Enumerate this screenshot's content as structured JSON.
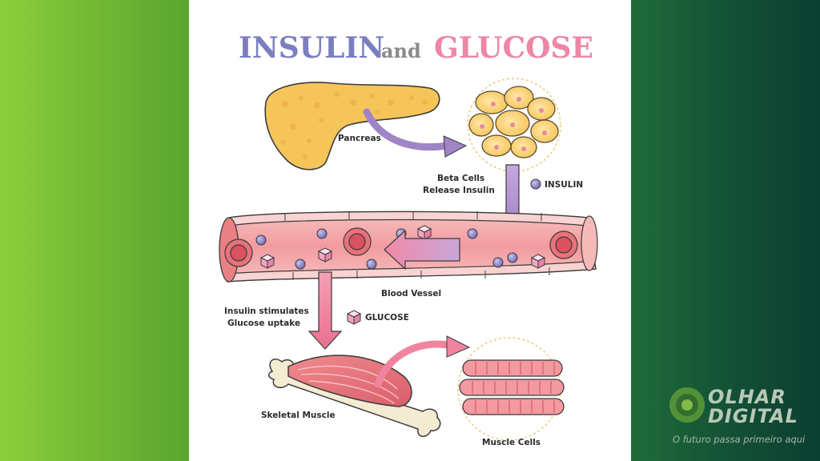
{
  "title": {
    "part1": "INSULIN",
    "part2": "and",
    "part3": "GLUCOSE"
  },
  "labels": {
    "pancreas": "Pancreas",
    "beta_line1": "Beta Cells",
    "beta_line2": "Release Insulin",
    "insulin": "INSULIN",
    "blood_vessel": "Blood Vessel",
    "stim_line1": "Insulin stimulates",
    "stim_line2": "Glucose uptake",
    "glucose": "GLUCOSE",
    "skeletal_muscle": "Skeletal Muscle",
    "muscle_cells": "Muscle Cells"
  },
  "brand": {
    "name_line1": "OLHAR",
    "name_line2": "DIGITAL",
    "tagline": "O futuro passa primeiro aqui"
  },
  "colors": {
    "insulin_title": "#7b7fc0",
    "glucose_title": "#ee86a6",
    "and_text": "#8a8a8a",
    "insulin_molecule": "#8b86c9",
    "arrow_purple": "#b692cf",
    "arrow_pink": "#f0849f",
    "pancreas": "#f6c55a",
    "vessel": "#f3a6a8"
  },
  "icons": [
    "insulin-molecule-icon",
    "glucose-cube-icon",
    "olhar-digital-logo"
  ]
}
